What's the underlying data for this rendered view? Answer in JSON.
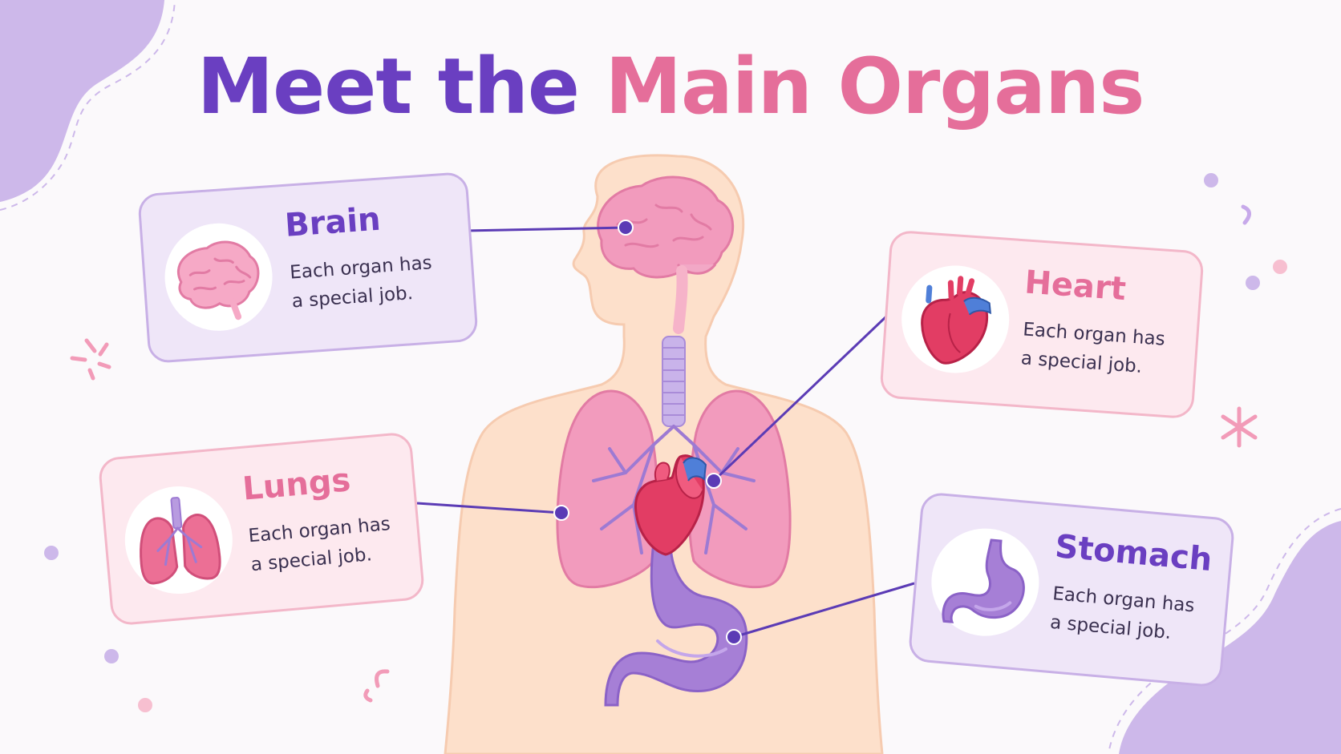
{
  "title": {
    "part1": "Meet the",
    "part2": "Main Organs"
  },
  "colors": {
    "title_purple": "#6a3fc1",
    "title_pink": "#e56e9a",
    "connector": "#5b3bb5",
    "body_skin": "#fde0cb"
  },
  "organs": [
    {
      "name": "Brain",
      "description": "Each organ has a special job.",
      "icon": "brain-icon",
      "theme": "purple"
    },
    {
      "name": "Heart",
      "description": "Each organ has a special job.",
      "icon": "heart-icon",
      "theme": "pink"
    },
    {
      "name": "Lungs",
      "description": "Each organ has a special job.",
      "icon": "lungs-icon",
      "theme": "pink"
    },
    {
      "name": "Stomach",
      "description": "Each organ has a special job.",
      "icon": "stomach-icon",
      "theme": "purple"
    }
  ]
}
